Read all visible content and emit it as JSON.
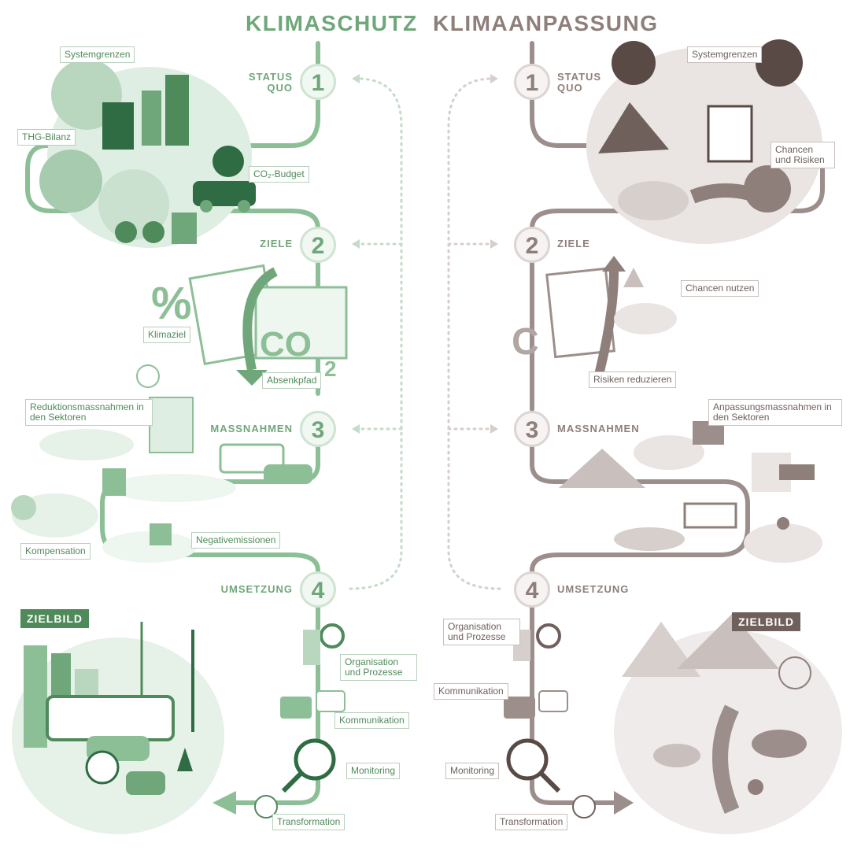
{
  "headers": {
    "left": "KLIMASCHUTZ",
    "right": "KLIMAANPASSUNG"
  },
  "colors": {
    "green": "#6fa77a",
    "green_dark": "#2f6b43",
    "green_light": "#cfe4d3",
    "brown": "#8e7f7a",
    "brown_dark": "#5a4a45",
    "brown_light": "#ddd5d2"
  },
  "left": {
    "steps": [
      {
        "num": "1",
        "label": "STATUS QUO"
      },
      {
        "num": "2",
        "label": "ZIELE"
      },
      {
        "num": "3",
        "label": "MASSNAHMEN"
      },
      {
        "num": "4",
        "label": "UMSETZUNG"
      }
    ],
    "labels": {
      "systemgrenzen": "Systemgrenzen",
      "thg_bilanz": "THG-Bilanz",
      "co2_budget": "CO₂-Budget",
      "klimaziel": "Klimaziel",
      "absenkpfad": "Absenkpfad",
      "reduktion": "Reduktionsmassnahmen in den Sektoren",
      "kompensation": "Kompensation",
      "negativemissionen": "Negativemissionen",
      "organisation": "Organisation und Prozesse",
      "kommunikation": "Kommunikation",
      "monitoring": "Monitoring",
      "transformation": "Transformation"
    },
    "zielbild": "ZIELBILD"
  },
  "right": {
    "steps": [
      {
        "num": "1",
        "label": "STATUS QUO"
      },
      {
        "num": "2",
        "label": "ZIELE"
      },
      {
        "num": "3",
        "label": "MASSNAHMEN"
      },
      {
        "num": "4",
        "label": "UMSETZUNG"
      }
    ],
    "labels": {
      "systemgrenzen": "Systemgrenzen",
      "chancen_risiken": "Chancen und Risiken",
      "chancen_nutzen": "Chancen nutzen",
      "risiken_reduzieren": "Risiken reduzieren",
      "anpassung": "Anpassungsmassnahmen in den Sektoren",
      "organisation": "Organisation und Prozesse",
      "kommunikation": "Kommunikation",
      "monitoring": "Monitoring",
      "transformation": "Transformation"
    },
    "zielbild": "ZIELBILD"
  },
  "icons": [
    "co2-icon",
    "gear-icon",
    "chat-bubble-icon",
    "magnifier-icon",
    "arrow-icon",
    "sun-icon",
    "wind-turbine-icon",
    "factory-icon",
    "mountain-icon",
    "flower-icon"
  ]
}
